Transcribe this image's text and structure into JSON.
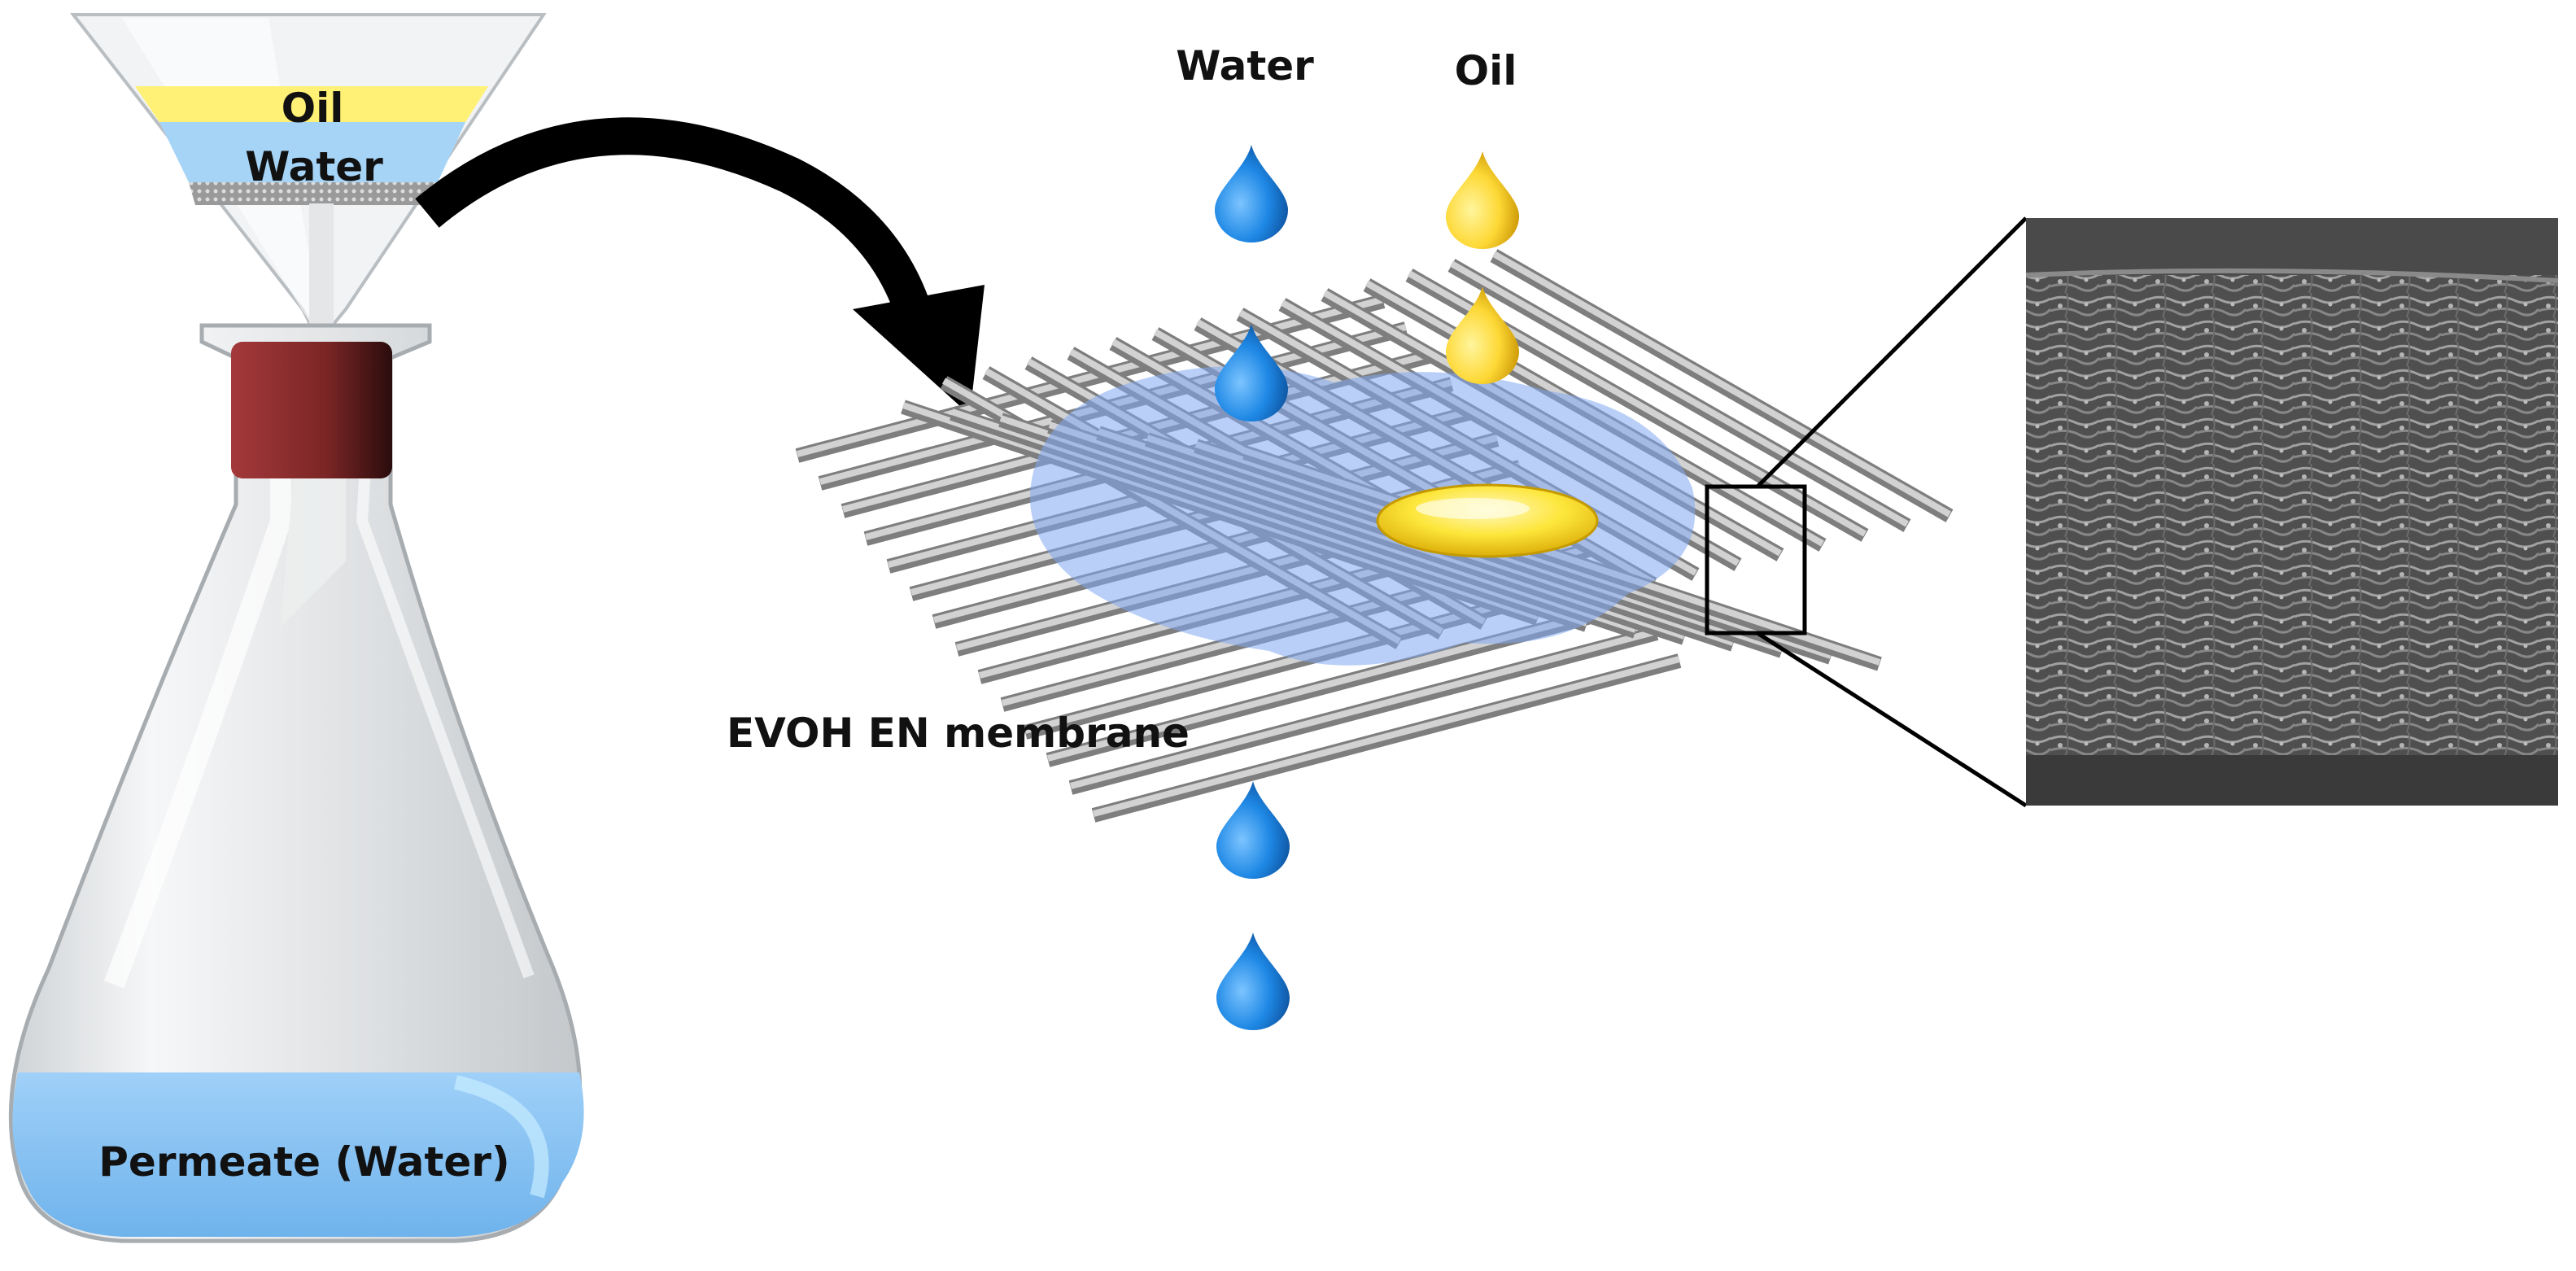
{
  "labels": {
    "funnel_oil": "Oil",
    "funnel_water": "Water",
    "permeate": "Permeate (Water)",
    "top_water": "Water",
    "top_oil": "Oil",
    "membrane": "EVOH EN membrane"
  },
  "colors": {
    "oil_layer": "#fff176",
    "water_layer": "#a6d4f7",
    "permeate_liquid": "#8ec8f6",
    "stopper": "#8b2b2b",
    "water_drop": "#1e88e5",
    "oil_drop": "#fdd835",
    "membrane_water_film": "#7fa8f0",
    "mesh_wire": "#8c8c8c",
    "arrow": "#000000",
    "sem_background": "#555555"
  },
  "icons": {
    "water_drop": "water-drop-icon",
    "oil_drop": "oil-drop-icon",
    "process_arrow": "curved-arrow-icon"
  }
}
